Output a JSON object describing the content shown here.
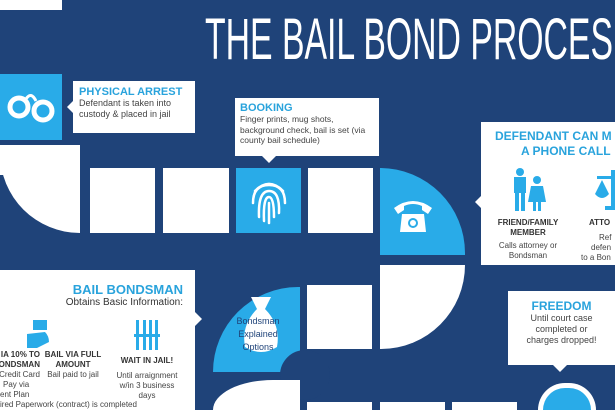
{
  "title": "THE BAIL BOND PROCES",
  "colors": {
    "background": "#1f4379",
    "accent": "#29abe8",
    "track": "#ffffff"
  },
  "steps": {
    "arrest": {
      "heading": "PHYSICAL ARREST",
      "text": "Defendant is taken into custody & placed in jail",
      "icon": "handcuffs-icon"
    },
    "booking": {
      "heading": "BOOKING",
      "text": "Finger prints, mug shots, background check, bail is set (via county bail schedule)",
      "icon": "fingerprint-icon"
    },
    "phone": {
      "heading_line1": "DEFENDANT CAN M",
      "heading_line2": "A PHONE CALL",
      "icon": "telephone-icon",
      "options": [
        {
          "heading_line1": "FRIEND/FAMILY",
          "heading_line2": "MEMBER",
          "text_line1": "Calls attorney or",
          "text_line2": "Bondsman",
          "icon": "family-icon"
        },
        {
          "heading_line1": "ATTO",
          "text_line1": "Ref",
          "text_line2": "defen",
          "text_line3": "to a Bon",
          "icon": "scales-icon"
        }
      ]
    },
    "bondsman": {
      "heading": "BAIL BONDSMAN",
      "subheading": "Obtains Basic Information:",
      "options": [
        {
          "heading_line1": "IA 10% TO",
          "heading_line2": "ONDSMAN",
          "text_line1": "Credit Card",
          "text_line2": "Pay via",
          "text_line3": "ent Plan",
          "icon": "cash-hand-icon"
        },
        {
          "heading_line1": "BAIL VIA FULL",
          "heading_line2": "AMOUNT",
          "text_line1": "Bail paid to jail"
        },
        {
          "heading_line1": "WAIT IN JAIL!",
          "text_line1": "Until arraignment",
          "text_line2": "w/in 3 business",
          "text_line3": "days",
          "icon": "jail-bars-icon"
        }
      ],
      "footer": "ired Paperwork (contract) is completed"
    },
    "options_tile": {
      "text_line1": "Bondsman",
      "text_line2": "Explained",
      "text_line3": "Options",
      "icon": "money-bag-icon"
    },
    "freedom": {
      "heading": "FREEDOM",
      "text": "Until court case completed or charges dropped!"
    }
  }
}
